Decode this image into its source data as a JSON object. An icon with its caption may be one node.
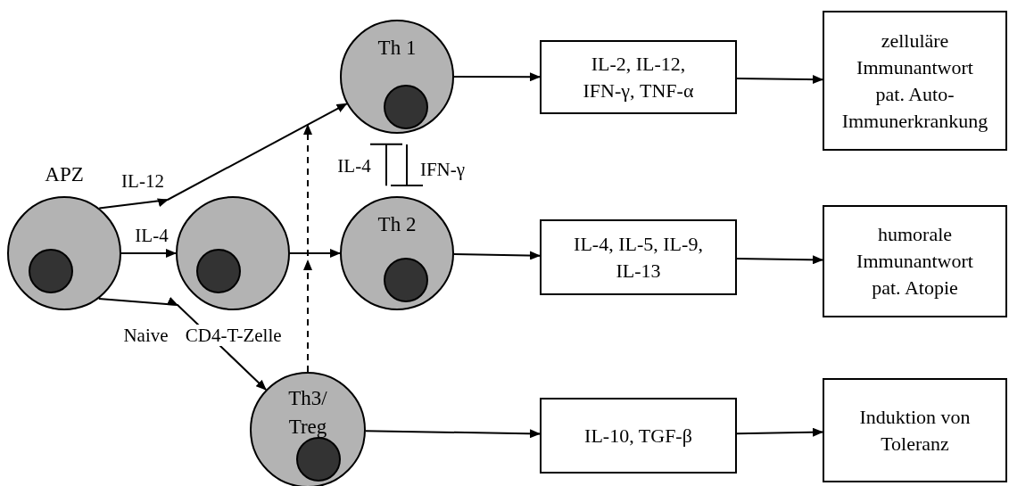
{
  "diagram": {
    "nodes": [
      {
        "text": [
          "APZ"
        ]
      },
      {
        "text": [],
        "shape": "circle"
      },
      {
        "text": [
          "Th 1"
        ]
      },
      {
        "text": [
          "Th 2"
        ]
      },
      {
        "text": [
          "Th3/ Treg"
        ]
      },
      {
        "text": [
          "IL-2, IL-12, IFN-γ, TNF-α"
        ]
      },
      {
        "text": [
          "IL-4, IL-5, IL-9, IL-13"
        ]
      },
      {
        "text": [
          "IL-10, TGF-β"
        ]
      },
      {
        "text": [
          "zelluläre Immunantwort",
          "pat. Auto-Immunerkrankung"
        ]
      },
      {
        "text": [
          "humorale Immunantwort",
          "pat. Atopie"
        ]
      },
      {
        "text": [
          "Induktion von Toleranz"
        ]
      }
    ],
    "edges": [
      {
        "from": 0,
        "to": 2,
        "arrow": "to",
        "label": "IL-12"
      },
      {
        "from": 0,
        "to": 1,
        "arrow": "to",
        "label": "IL-4"
      },
      {
        "from": 0,
        "to": 4,
        "arrow": "to"
      },
      {
        "from": 1,
        "to": 3,
        "arrow": "to"
      },
      {
        "from": 4,
        "to": 2,
        "arrow": "to",
        "style": "dashed"
      },
      {
        "from": 3,
        "to": 2,
        "arrow": "other",
        "label": "IL-4"
      },
      {
        "from": 2,
        "to": 3,
        "arrow": "other",
        "label": "IFN-γ"
      },
      {
        "from": 2,
        "to": 5,
        "arrow": "to"
      },
      {
        "from": 3,
        "to": 6,
        "arrow": "to"
      },
      {
        "from": 4,
        "to": 7,
        "arrow": "to"
      },
      {
        "from": 5,
        "to": 8,
        "arrow": "to"
      },
      {
        "from": 6,
        "to": 9,
        "arrow": "to"
      },
      {
        "from": 7,
        "to": 10,
        "arrow": "to"
      }
    ],
    "labels": [
      "Naive CD4-T-Zelle"
    ]
  }
}
